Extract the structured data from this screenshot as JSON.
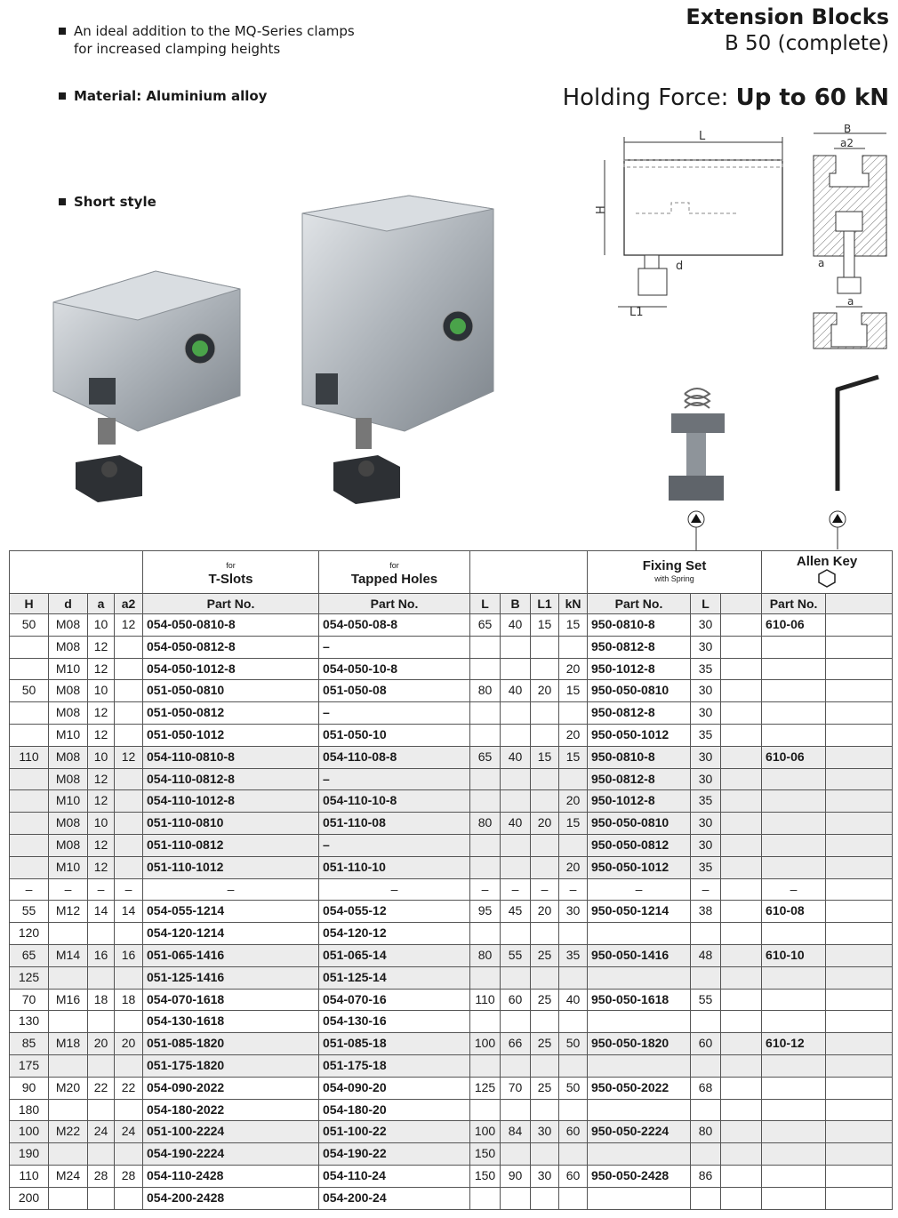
{
  "header": {
    "title": "Extension Blocks",
    "subtitle": "B 50 (complete)",
    "holding_force_label": "Holding Force:",
    "holding_force_value": "Up to 60 kN"
  },
  "bullets": {
    "b1_line1": "An ideal addition to the MQ-Series clamps",
    "b1_line2": "for increased clamping heights",
    "material": "Material: Aluminium alloy",
    "style": "Short style"
  },
  "drawing_labels": {
    "L": "L",
    "H": "H",
    "d": "d",
    "L1": "L1",
    "B": "B",
    "a2": "a2",
    "a": "a",
    "a_bottom": "a"
  },
  "table": {
    "group_tslots_small": "for",
    "group_tslots": "T-Slots",
    "group_tapped_small": "for",
    "group_tapped": "Tapped Holes",
    "group_fixing": "Fixing Set",
    "group_fixing_small": "with Spring",
    "group_allen": "Allen Key",
    "cols": [
      "H",
      "d",
      "a",
      "a2",
      "Part No.",
      "Part No.",
      "L",
      "B",
      "L1",
      "kN",
      "Part No.",
      "L",
      "Part No."
    ],
    "rows": [
      [
        "50",
        "M08",
        "10",
        "12",
        "054-050-0810-8",
        "054-050-08-8",
        "65",
        "40",
        "15",
        "15",
        "950-0810-8",
        "30",
        "610-06"
      ],
      [
        "",
        "M08",
        "12",
        "",
        "054-050-0812-8",
        "–",
        "",
        "",
        "",
        "",
        "950-0812-8",
        "30",
        ""
      ],
      [
        "",
        "M10",
        "12",
        "",
        "054-050-1012-8",
        "054-050-10-8",
        "",
        "",
        "",
        "20",
        "950-1012-8",
        "35",
        ""
      ],
      [
        "50",
        "M08",
        "10",
        "",
        "051-050-0810",
        "051-050-08",
        "80",
        "40",
        "20",
        "15",
        "950-050-0810",
        "30",
        ""
      ],
      [
        "",
        "M08",
        "12",
        "",
        "051-050-0812",
        "–",
        "",
        "",
        "",
        "",
        "950-0812-8",
        "30",
        ""
      ],
      [
        "",
        "M10",
        "12",
        "",
        "051-050-1012",
        "051-050-10",
        "",
        "",
        "",
        "20",
        "950-050-1012",
        "35",
        ""
      ],
      [
        "110",
        "M08",
        "10",
        "12",
        "054-110-0810-8",
        "054-110-08-8",
        "65",
        "40",
        "15",
        "15",
        "950-0810-8",
        "30",
        "610-06"
      ],
      [
        "",
        "M08",
        "12",
        "",
        "054-110-0812-8",
        "–",
        "",
        "",
        "",
        "",
        "950-0812-8",
        "30",
        ""
      ],
      [
        "",
        "M10",
        "12",
        "",
        "054-110-1012-8",
        "054-110-10-8",
        "",
        "",
        "",
        "20",
        "950-1012-8",
        "35",
        ""
      ],
      [
        "",
        "M08",
        "10",
        "",
        "051-110-0810",
        "051-110-08",
        "80",
        "40",
        "20",
        "15",
        "950-050-0810",
        "30",
        ""
      ],
      [
        "",
        "M08",
        "12",
        "",
        "051-110-0812",
        "–",
        "",
        "",
        "",
        "",
        "950-050-0812",
        "30",
        ""
      ],
      [
        "",
        "M10",
        "12",
        "",
        "051-110-1012",
        "051-110-10",
        "",
        "",
        "",
        "20",
        "950-050-1012",
        "35",
        ""
      ],
      [
        "–",
        "–",
        "–",
        "–",
        "–",
        "–",
        "–",
        "–",
        "–",
        "–",
        "–",
        "–",
        "–"
      ],
      [
        "55",
        "M12",
        "14",
        "14",
        "054-055-1214",
        "054-055-12",
        "95",
        "45",
        "20",
        "30",
        "950-050-1214",
        "38",
        "610-08"
      ],
      [
        "120",
        "",
        "",
        "",
        "054-120-1214",
        "054-120-12",
        "",
        "",
        "",
        "",
        "",
        "",
        ""
      ],
      [
        "65",
        "M14",
        "16",
        "16",
        "051-065-1416",
        "051-065-14",
        "80",
        "55",
        "25",
        "35",
        "950-050-1416",
        "48",
        "610-10"
      ],
      [
        "125",
        "",
        "",
        "",
        "051-125-1416",
        "051-125-14",
        "",
        "",
        "",
        "",
        "",
        "",
        ""
      ],
      [
        "70",
        "M16",
        "18",
        "18",
        "054-070-1618",
        "054-070-16",
        "110",
        "60",
        "25",
        "40",
        "950-050-1618",
        "55",
        ""
      ],
      [
        "130",
        "",
        "",
        "",
        "054-130-1618",
        "054-130-16",
        "",
        "",
        "",
        "",
        "",
        "",
        ""
      ],
      [
        "85",
        "M18",
        "20",
        "20",
        "051-085-1820",
        "051-085-18",
        "100",
        "66",
        "25",
        "50",
        "950-050-1820",
        "60",
        "610-12"
      ],
      [
        "175",
        "",
        "",
        "",
        "051-175-1820",
        "051-175-18",
        "",
        "",
        "",
        "",
        "",
        "",
        ""
      ],
      [
        "90",
        "M20",
        "22",
        "22",
        "054-090-2022",
        "054-090-20",
        "125",
        "70",
        "25",
        "50",
        "950-050-2022",
        "68",
        ""
      ],
      [
        "180",
        "",
        "",
        "",
        "054-180-2022",
        "054-180-20",
        "",
        "",
        "",
        "",
        "",
        "",
        ""
      ],
      [
        "100",
        "M22",
        "24",
        "24",
        "051-100-2224",
        "051-100-22",
        "100",
        "84",
        "30",
        "60",
        "950-050-2224",
        "80",
        ""
      ],
      [
        "190",
        "",
        "",
        "",
        "054-190-2224",
        "054-190-22",
        "150",
        "",
        "",
        "",
        "",
        "",
        ""
      ],
      [
        "110",
        "M24",
        "28",
        "28",
        "054-110-2428",
        "054-110-24",
        "150",
        "90",
        "30",
        "60",
        "950-050-2428",
        "86",
        ""
      ],
      [
        "200",
        "",
        "",
        "",
        "054-200-2428",
        "054-200-24",
        "",
        "",
        "",
        "",
        "",
        "",
        ""
      ]
    ]
  }
}
